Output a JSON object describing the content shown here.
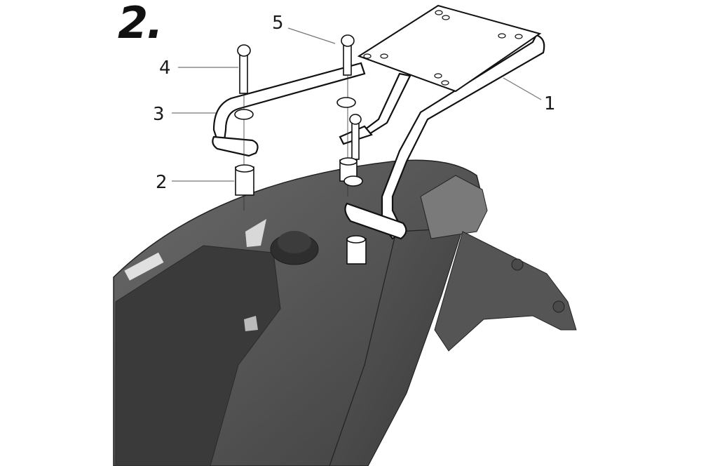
{
  "step": {
    "number": "2."
  },
  "callouts": [
    {
      "id": "1",
      "label": "1",
      "part": "rear rack frame with top plate"
    },
    {
      "id": "2",
      "label": "2",
      "part": "spacer tube"
    },
    {
      "id": "3",
      "label": "3",
      "part": "side mounting bracket"
    },
    {
      "id": "4",
      "label": "4",
      "part": "bolt (left)"
    },
    {
      "id": "5",
      "label": "5",
      "part": "bolt (right)"
    }
  ],
  "colors": {
    "background": "#ffffff",
    "line_art": "#111111",
    "body_dark": "#4a4a4a",
    "body_mid": "#6e6e6e",
    "body_light": "#8c8c8c",
    "leader_line": "#777777"
  }
}
